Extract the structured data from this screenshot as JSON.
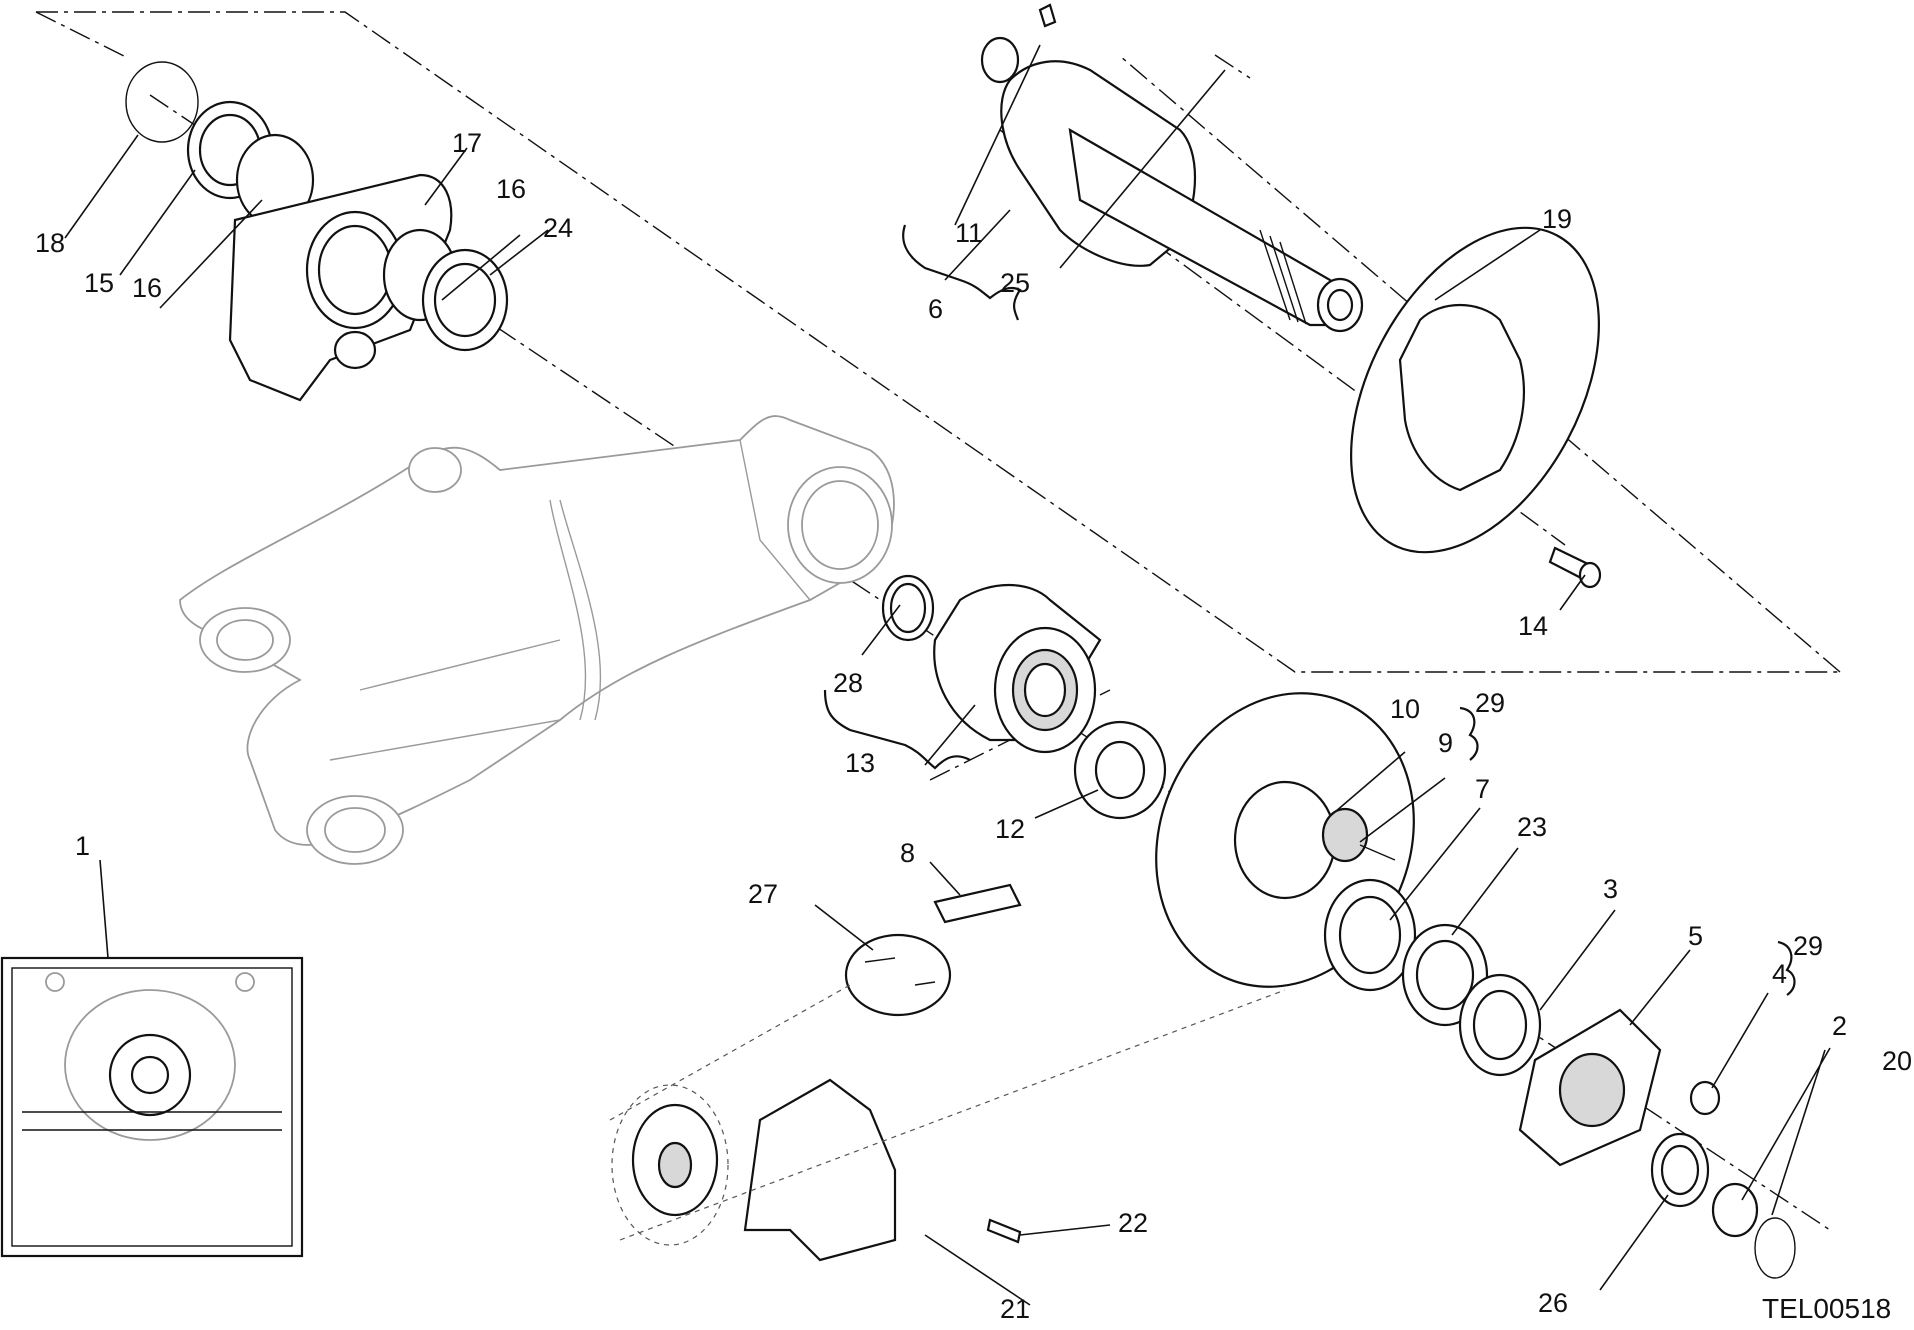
{
  "drawing_code": "TEL00518",
  "callouts": [
    {
      "id": "c1",
      "text": "1"
    },
    {
      "id": "c2",
      "text": "2"
    },
    {
      "id": "c3",
      "text": "3"
    },
    {
      "id": "c4",
      "text": "4"
    },
    {
      "id": "c5",
      "text": "5"
    },
    {
      "id": "c6",
      "text": "6"
    },
    {
      "id": "c7",
      "text": "7"
    },
    {
      "id": "c8",
      "text": "8"
    },
    {
      "id": "c9",
      "text": "9"
    },
    {
      "id": "c10",
      "text": "10"
    },
    {
      "id": "c11",
      "text": "11"
    },
    {
      "id": "c12",
      "text": "12"
    },
    {
      "id": "c13",
      "text": "13"
    },
    {
      "id": "c14",
      "text": "14"
    },
    {
      "id": "c15",
      "text": "15"
    },
    {
      "id": "c16a",
      "text": "16"
    },
    {
      "id": "c16b",
      "text": "16"
    },
    {
      "id": "c17",
      "text": "17"
    },
    {
      "id": "c18",
      "text": "18"
    },
    {
      "id": "c19",
      "text": "19"
    },
    {
      "id": "c20",
      "text": "20"
    },
    {
      "id": "c21",
      "text": "21"
    },
    {
      "id": "c22",
      "text": "22"
    },
    {
      "id": "c23",
      "text": "23"
    },
    {
      "id": "c24",
      "text": "24"
    },
    {
      "id": "c25",
      "text": "25"
    },
    {
      "id": "c26",
      "text": "26"
    },
    {
      "id": "c27",
      "text": "27"
    },
    {
      "id": "c28",
      "text": "28"
    },
    {
      "id": "c29a",
      "text": "29"
    },
    {
      "id": "c29b",
      "text": "29"
    }
  ]
}
